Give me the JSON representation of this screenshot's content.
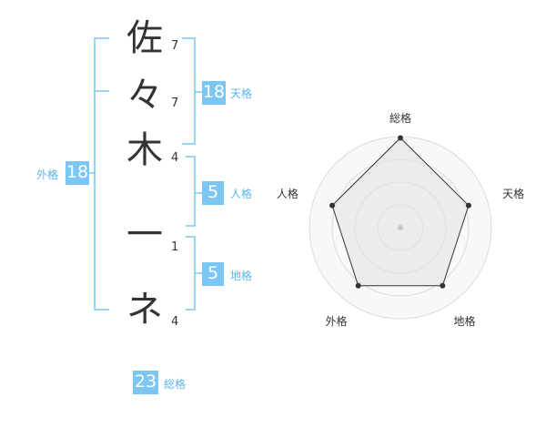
{
  "name_chars": [
    {
      "char": "佐",
      "strokes": "7"
    },
    {
      "char": "々",
      "strokes": "7"
    },
    {
      "char": "木",
      "strokes": "4"
    },
    {
      "char": "一",
      "strokes": "1"
    },
    {
      "char": "ネ",
      "strokes": "4"
    }
  ],
  "fortunes": {
    "tenkaku": {
      "label": "天格",
      "value": "18"
    },
    "jinkaku": {
      "label": "人格",
      "value": "5"
    },
    "chikaku": {
      "label": "地格",
      "value": "5"
    },
    "gaikaku": {
      "label": "外格",
      "value": "18"
    },
    "soukaku": {
      "label": "総格",
      "value": "23"
    }
  },
  "colors": {
    "accent": "#7cc6f4",
    "accent_text": "#5ab4ea",
    "text": "#333333"
  },
  "chart_data": {
    "type": "radar",
    "axes": [
      "総格",
      "天格",
      "地格",
      "外格",
      "人格"
    ],
    "values": [
      5,
      4,
      4,
      4,
      4
    ],
    "range": [
      0,
      5
    ],
    "rings": 4
  }
}
